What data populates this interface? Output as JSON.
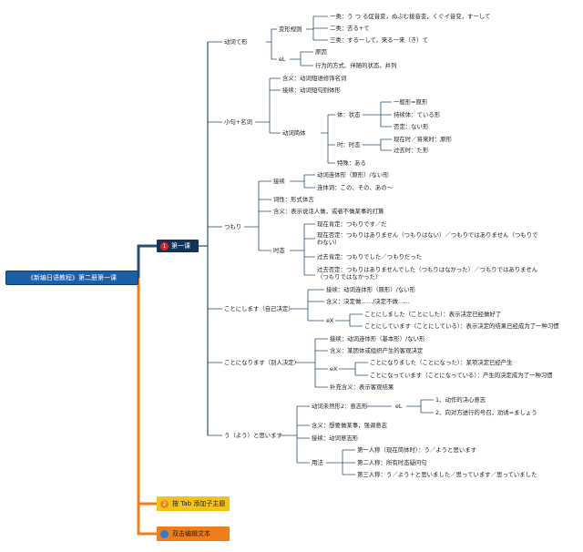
{
  "colors": {
    "root": "#1a5fa8",
    "main": "#123457",
    "branch_line": "#2c4e6e",
    "tip_line": "#f07d1c",
    "tip1": "#f5c21a",
    "tip2": "#f07d1c",
    "badge": "#e02424"
  },
  "root": {
    "label": "《新编日语教程》第二册第一课"
  },
  "main": {
    "num": "1",
    "label": "第一课"
  },
  "tip_add": {
    "num": "2",
    "label": "按 Tab 添加子主题"
  },
  "tip_edit": {
    "label": "双击编辑文本"
  },
  "b1": {
    "label": "动词て形",
    "henkei": {
      "label": "变形规则",
      "r1": "一类：う つ る促音变，ぬぶむ拨音变，くぐイ音变，すーして",
      "r2": "二类：去る+て",
      "r3": "三类：するーして，来るー来（き）て"
    },
    "el": {
      "label": "eL",
      "a": "原因",
      "b": "行为的方式、伴随的状态，并列"
    }
  },
  "b2": {
    "label": "小句+名词",
    "meaning": "含义：动词短语修饰名词",
    "setsuzoku": "接续：动词短句则体形",
    "tai": {
      "label": "动词简体",
      "ta": {
        "label": "体：状态",
        "a": "一般形=原形",
        "b": "持续体：ている形",
        "c": "否定：ない形"
      },
      "ji": {
        "label": "时：时态",
        "a": "现在时／将来时：原形",
        "b": "过去时：た形"
      },
      "special": "特殊：ある"
    }
  },
  "b3": {
    "label": "つもり",
    "conn": {
      "label": "接续",
      "a": "动词连体形（原形）/ない形",
      "b": "连体词：この、その、あの〜"
    },
    "pos": "词性：形式体言",
    "meaning": "含义：表示说话人做，或者不做某事的打算",
    "tense": {
      "label": "时态",
      "a": "现在肯定：つもりです／だ",
      "b": "现在否定：つもりはありません（つもりはない）／つもりではありません（つもりでわない）",
      "c": "过去肯定：つもりでした／つもりだった",
      "d": "过去否定：つもりはありませんでした（つもりはなかった）／つもりではありません（つもりではなかった）"
    }
  },
  "b4": {
    "label": "ことにします（自己决定）",
    "conn": "接续：动词连体形（原形）/ない形",
    "meaning": "含义：决定做……/决定不做……",
    "ex": {
      "label": "eX",
      "a": "ことにしました（ことにした）：表示决定已经做好了",
      "b": "ことにしています（ことにしている）：表示决定的结果已经成为了一种习惯"
    }
  },
  "b5": {
    "label": "ことになります（别人决定）",
    "conn": "接续：动词连体形（基本形）/ない形",
    "meaning": "含义：某团体或组织产生的客观决定",
    "ex": {
      "label": "eX",
      "a": "ことになりました（ことになった）：某项决定已经产生",
      "b": "ことになっています（ことになっている）：产生的决定成为了一种习惯"
    },
    "extra": "补充含义：表示客观结果"
  },
  "b6": {
    "label": "う（よう）と思います",
    "ishi": {
      "label": "动词未然形2：意志形",
      "el": {
        "label": "eL",
        "a": "1、动作的决心意志",
        "b": "2、向对方进行的号召，劝诱=ましょう"
      }
    },
    "meaning": "含义：想要做某事，强调意志",
    "conn": "接续：动词意志形",
    "usage": {
      "label": "用法",
      "a": "第一人称（现在简体时）：う／ようと思います",
      "b": "第二人称：所有时态疑问句",
      "c": "第三人称：う／よう＋と思いました／思っています／思っていました"
    }
  }
}
